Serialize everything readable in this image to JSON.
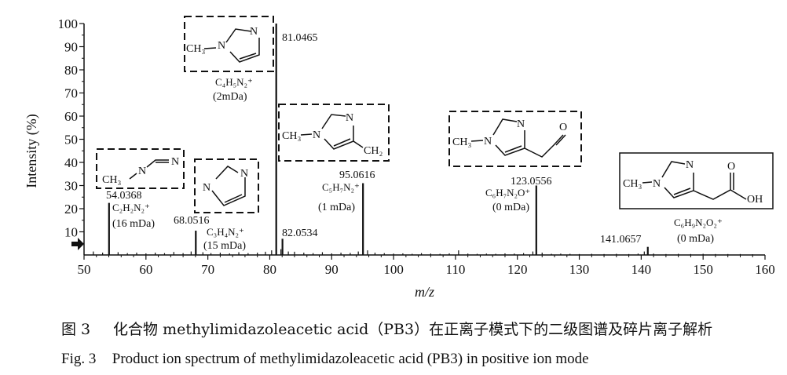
{
  "chart_data": {
    "type": "bar",
    "title": "",
    "xlabel": "m/z",
    "ylabel": "Intensity (%)",
    "xlim": [
      50,
      160
    ],
    "ylim": [
      0,
      100
    ],
    "x_ticks": [
      50,
      60,
      70,
      80,
      90,
      100,
      110,
      120,
      130,
      140,
      150,
      160
    ],
    "y_ticks": [
      10,
      20,
      30,
      40,
      50,
      60,
      70,
      80,
      90,
      100
    ],
    "grid": false,
    "peaks": [
      {
        "mz": 54.0368,
        "intensity": 22.5,
        "mz_label": "54.0368",
        "formula": "C₂H₂N₂⁺",
        "error": "(16 mDa)"
      },
      {
        "mz": 68.0516,
        "intensity": 10.5,
        "mz_label": "68.0516",
        "formula": "C₃H₄N₂⁺",
        "error": "(15 mDa)"
      },
      {
        "mz": 81.0465,
        "intensity": 100,
        "mz_label": "81.0465",
        "formula": "C₄H₅N₂⁺",
        "error": "(2mDa)"
      },
      {
        "mz": 82.0534,
        "intensity": 7,
        "mz_label": "82.0534",
        "formula": "",
        "error": ""
      },
      {
        "mz": 95.0616,
        "intensity": 31,
        "mz_label": "95.0616",
        "formula": "C₅H₇N₂⁺",
        "error": "(1 mDa)"
      },
      {
        "mz": 123.0556,
        "intensity": 30,
        "mz_label": "123.0556",
        "formula": "C₆H₇N₂O⁺",
        "error": "(0 mDa)"
      },
      {
        "mz": 141.0657,
        "intensity": 3.5,
        "mz_label": "141.0657",
        "formula": "C₆H₉N₂O₂⁺",
        "error": "(0 mDa)"
      }
    ],
    "noise": [
      [
        51.5,
        1.5
      ],
      [
        53,
        1
      ],
      [
        55.5,
        1.2
      ],
      [
        57,
        0.8
      ],
      [
        58.5,
        1
      ],
      [
        60,
        0.7
      ],
      [
        61.5,
        1
      ],
      [
        63,
        0.8
      ],
      [
        64.5,
        1.3
      ],
      [
        66,
        0.8
      ],
      [
        67.3,
        1.5
      ],
      [
        69.2,
        1.2
      ],
      [
        70.5,
        0.8
      ],
      [
        72,
        1
      ],
      [
        73.5,
        0.7
      ],
      [
        75,
        1.2
      ],
      [
        76.5,
        0.8
      ],
      [
        78,
        1
      ],
      [
        79.3,
        1.4
      ],
      [
        80.3,
        2
      ],
      [
        81.8,
        2.5
      ],
      [
        83,
        1.5
      ],
      [
        84,
        1.4
      ],
      [
        85.5,
        1
      ],
      [
        87,
        0.8
      ],
      [
        88.5,
        1.2
      ],
      [
        90,
        0.7
      ],
      [
        91.5,
        1
      ],
      [
        93,
        0.9
      ],
      [
        94.3,
        1.5
      ],
      [
        95.8,
        2
      ],
      [
        97,
        1
      ],
      [
        98.5,
        0.8
      ],
      [
        100,
        0.6
      ],
      [
        101.5,
        0.7
      ],
      [
        103,
        0.5
      ],
      [
        104.5,
        0.8
      ],
      [
        106,
        0.6
      ],
      [
        107.5,
        0.5
      ],
      [
        109,
        0.7
      ],
      [
        110.5,
        2
      ],
      [
        112,
        0.6
      ],
      [
        113.5,
        0.5
      ],
      [
        115,
        0.6
      ],
      [
        116.5,
        0.5
      ],
      [
        118,
        0.7
      ],
      [
        119.5,
        0.6
      ],
      [
        121,
        0.8
      ],
      [
        122.5,
        1.5
      ],
      [
        124,
        1
      ],
      [
        125.5,
        0.5
      ],
      [
        127,
        0.6
      ],
      [
        128.5,
        0.5
      ],
      [
        130,
        0.4
      ],
      [
        132,
        0.5
      ],
      [
        134,
        0.4
      ],
      [
        136,
        0.5
      ],
      [
        138,
        0.4
      ],
      [
        139.5,
        0.6
      ],
      [
        140.5,
        1.5
      ],
      [
        142,
        0.6
      ],
      [
        144,
        0.4
      ],
      [
        146,
        0.5
      ],
      [
        148,
        0.4
      ],
      [
        150,
        0.5
      ],
      [
        152,
        0.4
      ],
      [
        154,
        0.4
      ],
      [
        156,
        0.4
      ],
      [
        158,
        0.3
      ]
    ],
    "annotations": [
      {
        "id": "s1",
        "boxed": true,
        "dashed": true,
        "groups": [
          "CH₃",
          "N",
          "N"
        ]
      },
      {
        "id": "s2",
        "boxed": true,
        "dashed": true,
        "groups": [
          "N",
          "N"
        ]
      },
      {
        "id": "s3",
        "boxed": true,
        "dashed": true,
        "groups": [
          "CH₃",
          "N",
          "N"
        ]
      },
      {
        "id": "s4",
        "boxed": true,
        "dashed": true,
        "groups": [
          "CH₃",
          "N",
          "N",
          "CH₂"
        ]
      },
      {
        "id": "s5",
        "boxed": true,
        "dashed": true,
        "groups": [
          "CH₃",
          "N",
          "N",
          "O"
        ]
      },
      {
        "id": "s6",
        "boxed": true,
        "dashed": false,
        "groups": [
          "CH₃",
          "N",
          "N",
          "O",
          "OH"
        ]
      }
    ]
  },
  "caption": {
    "cn_label": "图 3",
    "cn_text": "化合物 methylimidazoleacetic acid（PB3）在正离子模式下的二级图谱及碎片离子解析",
    "en_label": "Fig. 3",
    "en_text": "Product ion spectrum of methylimidazoleacetic acid (PB3) in positive ion mode"
  },
  "colors": {
    "ink": "#111111",
    "background": "#ffffff"
  }
}
